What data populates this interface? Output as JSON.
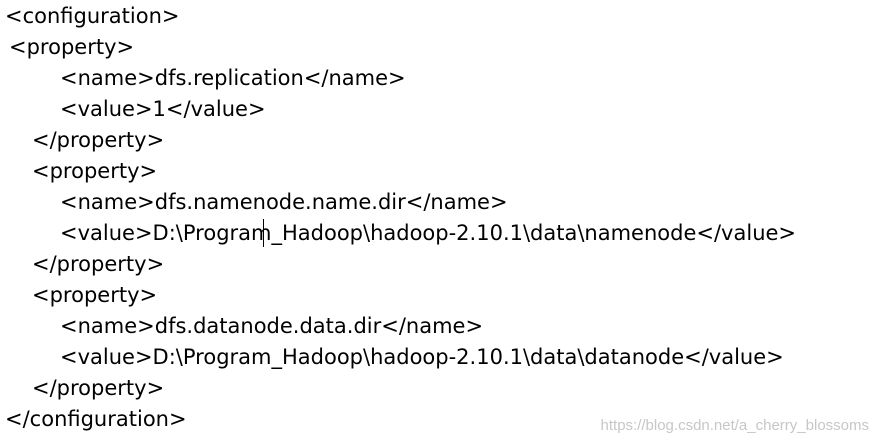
{
  "code_lines": [
    "<configuration>",
    "<property>",
    "<name>dfs.replication</name>",
    "<value>1</value>",
    "</property>",
    "<property>",
    "<name>dfs.namenode.name.dir</name>",
    "<value>D:\\Program_Hadoop\\hadoop-2.10.1\\data\\namenode</value>",
    "</property>",
    "<property>",
    "<name>dfs.datanode.data.dir</name>",
    "<value>D:\\Program_Hadoop\\hadoop-2.10.1\\data\\datanode</value>",
    "</property>",
    "</configuration>"
  ],
  "watermark": "https://blog.csdn.net/a_cherry_blossoms"
}
